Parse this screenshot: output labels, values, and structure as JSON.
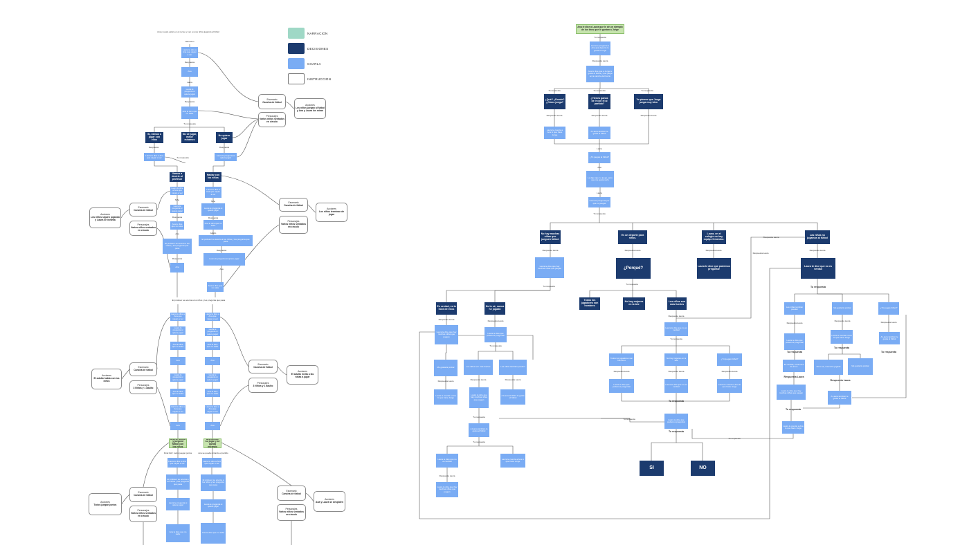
{
  "legend": [
    {
      "label": "NARRACION",
      "color": "#9fd8c6"
    },
    {
      "label": "DECISIONES",
      "color": "#1c3b6e"
    },
    {
      "label": "CHARLA",
      "color": "#7aacf4"
    },
    {
      "label": "INSTRUCCION",
      "color": "#ffffff"
    }
  ],
  "colors": {
    "charla": "#7aacf4",
    "decision": "#1c3b6e",
    "narracion_final": "#c6e4ad",
    "line": "#555555"
  },
  "right": {
    "top_narration": "Ana le dice a Laura que le dé un ejemplo de los tiros que le gustan a Jorge",
    "tu_respuesta_1": "Tu respuesta",
    "laura_line_1": "Laura le pregunta a Ana qué deporte le gusta a Jorge",
    "respuesta_laura_1": "Respuesta Laura",
    "laura_line_2": "Ana le dice que a Jorge le gusta el fútbol y que juega en la cancha del barrio",
    "choice_tu_respuesta_a": "Tu respuesta",
    "choice_tu_respuesta_b": "Tu respuesta",
    "choice_tu_respuesta_c": "Tu respuesta",
    "choice_a": "¿Qué? ¿Donde? ¿Cómo juega?",
    "choice_b": "¿Tienes ganas de ir con él al partido?",
    "choice_c": "Yo pienso que Jorge juega muy bien",
    "resp_a": "Respuesta Laura",
    "resp_b": "Respuesta Laura",
    "resp_c": "Respuesta Laura",
    "charla_a": "Laura le cuenta a Ana lo que hace Jorge",
    "charla_b": "A Laura también le gusta el fútbol",
    "laura_label": "Laura",
    "laura_charla": "¿Tú juegas al fútbol?",
    "ana_label": "Ana",
    "ana_charla": "Le digo que no juego, pero que me gusta verlo",
    "laura_label_2": "Laura",
    "laura_charla_2": "Laura te pregunta por qué no juegas",
    "tu_respuesta_2": "Tu respuesta",
    "dec_1": "No hay muchas niñas que jueguen fútbol.",
    "dec_2": "Es un deporte para niños.",
    "dec_3": "Laura, en el colegio no hay equipo femenino.",
    "dec_4": "Las niñas no jugamos al fútbol",
    "resp_d1": "Respuesta Laura",
    "resp_d2": "Respuesta Laura",
    "resp_d3": "Respuesta Laura",
    "resp_d4": "Respuesta Laura",
    "resp_side_1": "Respuesta Laura",
    "resp_side_2": "Respuesta Laura",
    "charla_d1": "Laura te dice que hay muchas niñas que juegan",
    "porque": "¿Porqué?",
    "charla_d3": "Laura te dice que podemos preguntar",
    "charla_d4": "Laura te dice que no es verdad",
    "tu_respuesta_3": "Tu respuesta",
    "tu_respuesta_4": "Tu respuesta",
    "sub_1": "Es verdad, es la hora de irnos",
    "sub_2": "No lo sé, nunca he jugado",
    "sub_3": "Todos los jugadores son hombres",
    "sub_4": "No hay mujeres en la tele",
    "sub_5": "Los niños son más fuertes",
    "sub_6": "Las niñas también pueden",
    "sub_7": "Me gustaría probar",
    "sub_8": "¿Tú juegas fútbol?",
    "respuesta_laura": "Respuesta Laura",
    "tu_respuesta": "Tu respuesta",
    "si": "SI",
    "no": "NO"
  },
  "left": {
    "top_note": "Ana y Laura están en el recreo y ven a unos niños jugando al fútbol",
    "escenario_1": "Escenario",
    "escenario_1_val": "Cancha de fútbol",
    "personajes_1": "Personajes",
    "personajes_1_val": "Varios niños sentados en círculo",
    "acciones_1": "Acciones",
    "acciones_1_val": "Los niños juegan al fútbol y Ana y Laura los miran",
    "escenario_2": "Escenario",
    "escenario_2_val": "Cancha de fútbol",
    "personajes_2": "Personajes",
    "personajes_2_val": "Varios niños sentados en círculo",
    "acciones_2": "Acciones",
    "acciones_2_val": "Los niños siguen jugando y Laura se levanta",
    "escenario_3": "Escenario",
    "escenario_3_val": "Cancha de fútbol",
    "personajes_3": "Personajes",
    "personajes_3_val": "Varios niños sentados en círculo",
    "acciones_3": "Acciones",
    "acciones_3_val": "Los niños terminan de jugar",
    "escenario_4": "Escenario",
    "escenario_4_val": "Cancha de fútbol",
    "personajes_4": "Personajes",
    "personajes_4_val": "3 Niños y 1 adulto",
    "acciones_4": "Acciones",
    "acciones_4_val": "El adulto habla con los niños",
    "escenario_5": "Escenario",
    "escenario_5_val": "Cancha de fútbol",
    "personajes_5": "Personajes",
    "personajes_5_val": "3 Niños y 1 adulto",
    "acciones_5": "Acciones",
    "acciones_5_val": "El adulto invita a las niñas a jugar",
    "escenario_6": "Escenario",
    "escenario_6_val": "Cancha de fútbol",
    "personajes_6": "Personajes",
    "personajes_6_val": "Varios niños sentados en círculo",
    "acciones_6": "Acciones",
    "acciones_6_val": "Todos juegan juntos",
    "escenario_7": "Escenario",
    "escenario_7_val": "Cancha de fútbol",
    "personajes_7": "Personajes",
    "personajes_7_val": "Varios niños sentados en círculo",
    "acciones_7": "Acciones",
    "acciones_7_val": "Ana y Laura se despiden",
    "lbl_narracion": "Narración",
    "lbl_respuesta": "Respuesta",
    "lbl_tu_respuesta": "Tu respuesta",
    "lbl_laura": "Laura",
    "lbl_ana": "Ana",
    "lbl_nino": "Niño",
    "lbl_adulto": "Adulto",
    "charla_a": "Laura le dice a Ana que vayan a ver",
    "charla_b": "Ana",
    "charla_c": "Laura le pregunta si quiere jugar",
    "charla_d": "Ana le dice que no sabe",
    "dec_a": "Sí, vamos a jugar con ellos",
    "dec_b": "No sé jugar, mejor miramos",
    "dec_c": "No quiero jugar",
    "dec_d": "Vamos a decirle al profesor",
    "dec_e": "Hablar con los niños",
    "narr_mid": "El profesor se acerca a los niños y les pregunta qué pasa",
    "final_a": "Ana se anima y juega al fútbol con los niños",
    "final_b": "Ana decide no jugar y se queda mirando",
    "note_final_a": "Final feliz: todos juegan juntos",
    "note_final_b": "Ana se queda mirando el partido"
  }
}
